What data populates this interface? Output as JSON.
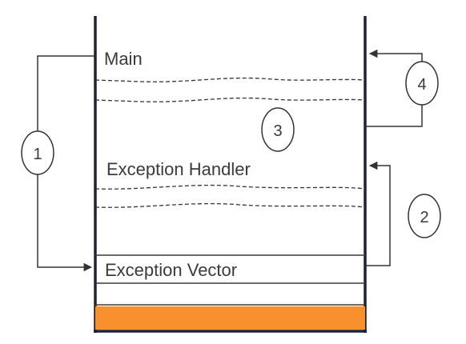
{
  "labels": {
    "main": "Main",
    "handler": "Exception Handler",
    "vector": "Exception Vector"
  },
  "steps": [
    "1",
    "2",
    "3",
    "4"
  ],
  "colors": {
    "base_block": "#f7902d",
    "wall": "#1e2233",
    "line": "#333333"
  }
}
